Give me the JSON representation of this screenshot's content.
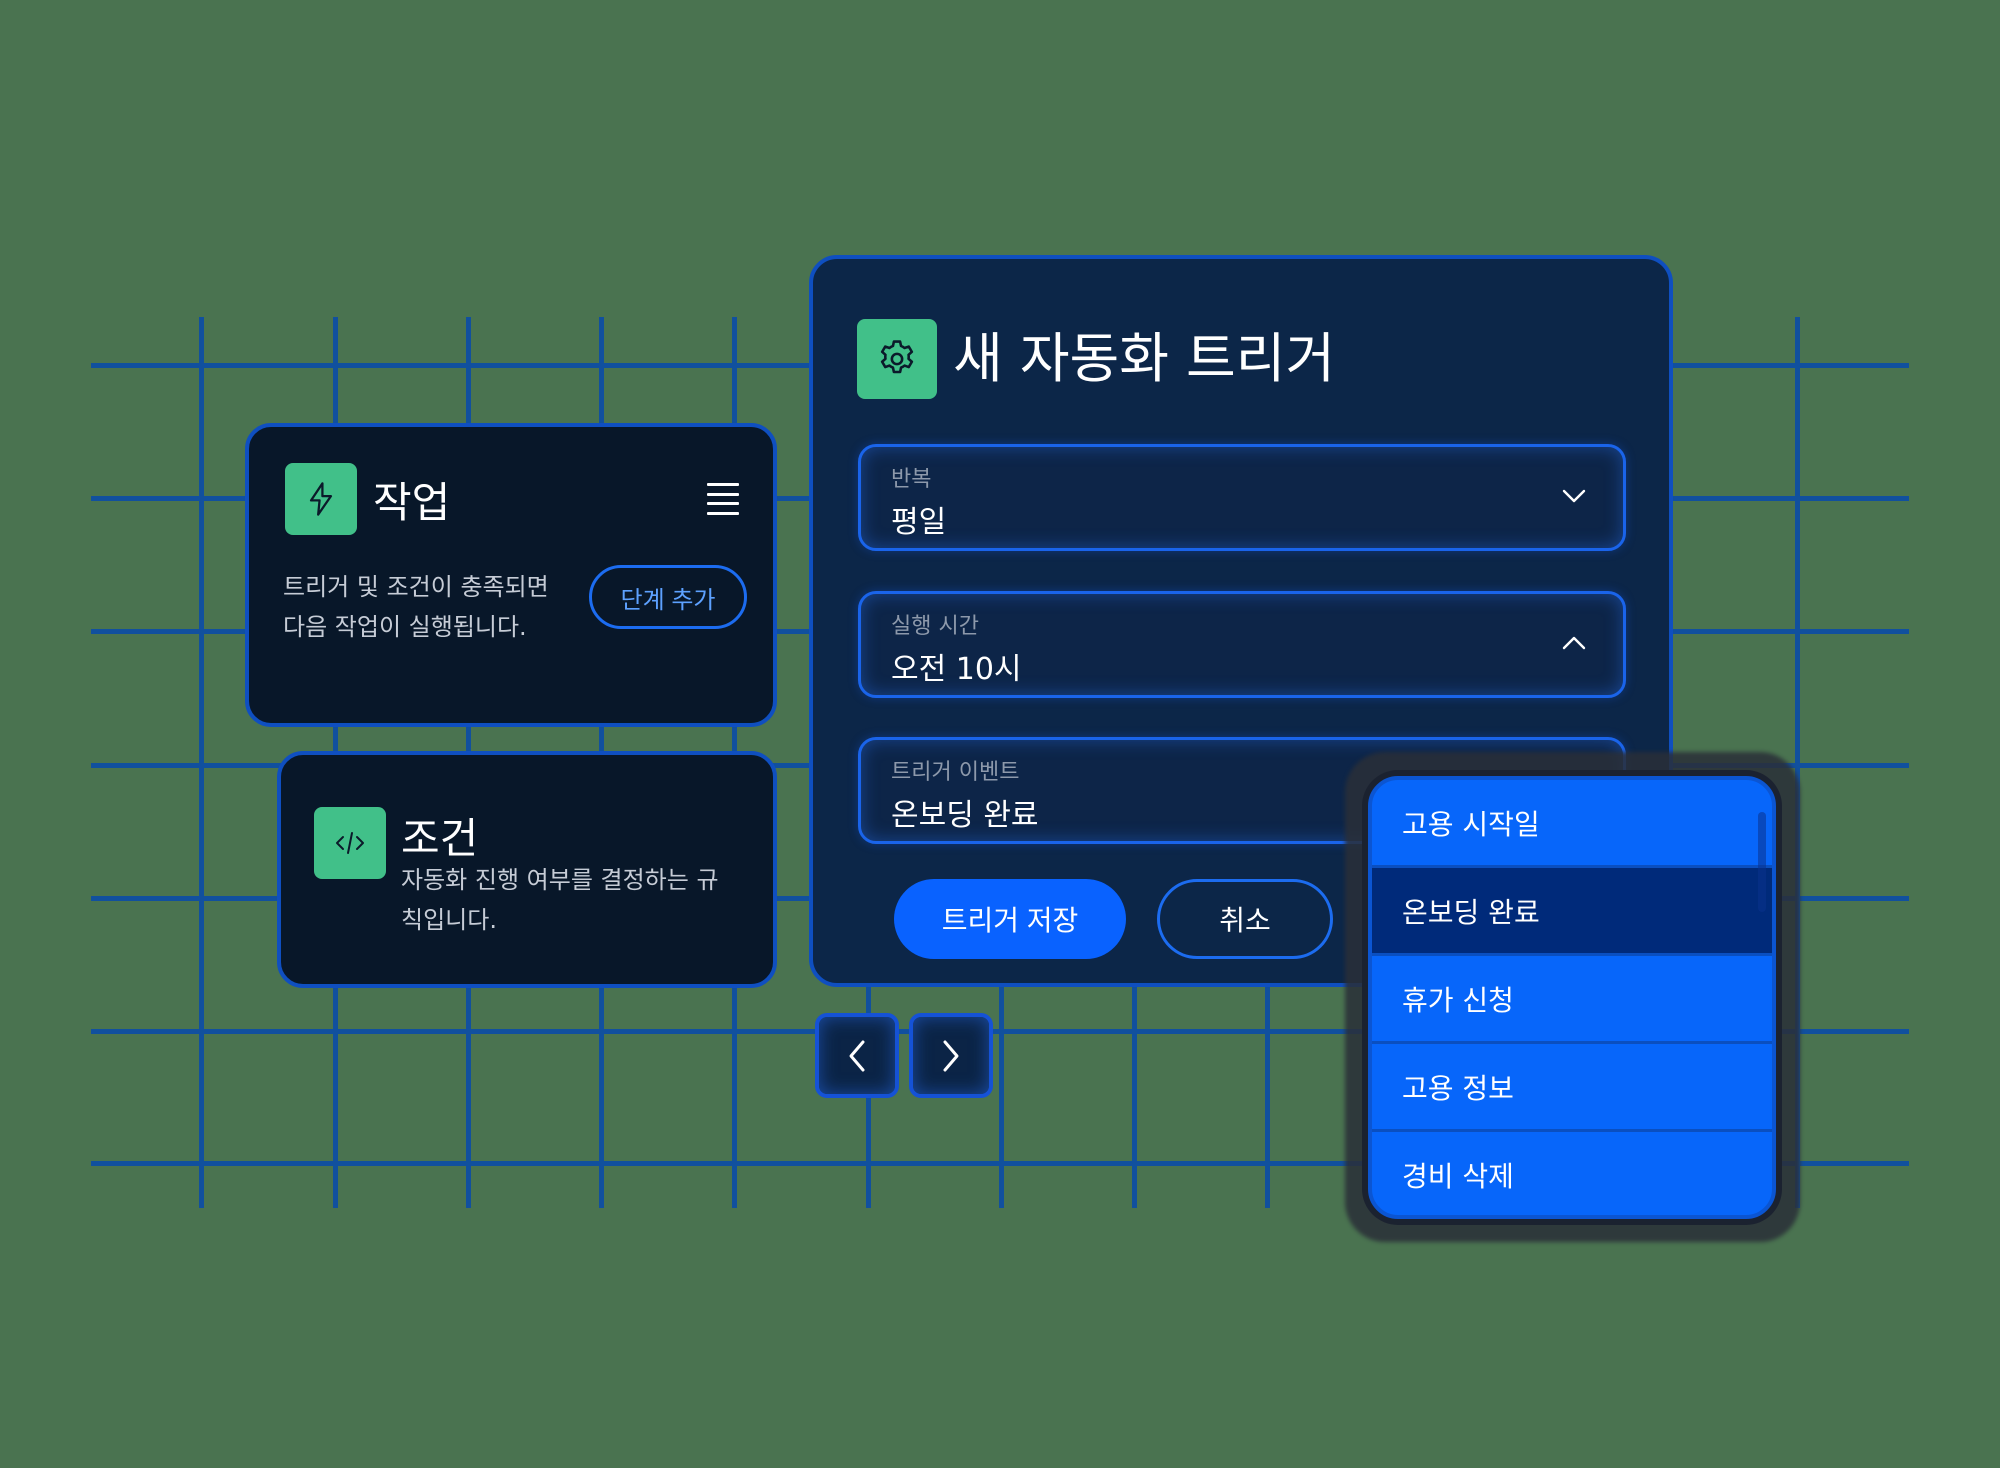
{
  "colors": {
    "background": "#4a7350",
    "grid_line": "#11509e",
    "card_bg": "#081729",
    "panel_bg": "#0c2648",
    "accent_green": "#41c089",
    "primary_blue": "#0962ff",
    "border_blue": "#0f4fc0",
    "dropdown_bg": "#0766fa",
    "dropdown_selected": "#002a7a"
  },
  "task_card": {
    "icon": "lightning-icon",
    "title": "작업",
    "menu_icon": "hamburger-menu-icon",
    "description": "트리거 및 조건이 충족되면 다음 작업이 실행됩니다.",
    "add_step_label": "단계 추가"
  },
  "condition_card": {
    "icon": "code-icon",
    "title": "조건",
    "description": "자동화 진행 여부를 결정하는 규칙입니다."
  },
  "trigger_panel": {
    "icon": "gear-icon",
    "title": "새 자동화 트리거",
    "fields": [
      {
        "label": "반복",
        "value": "평일",
        "chevron": "chevron-down-icon"
      },
      {
        "label": "실행 시간",
        "value": "오전 10시",
        "chevron": "chevron-up-icon"
      },
      {
        "label": "트리거 이벤트",
        "value": "온보딩 완료",
        "chevron": "chevron-down-icon"
      }
    ],
    "save_label": "트리거 저장",
    "cancel_label": "취소"
  },
  "pagination": {
    "prev_icon": "chevron-left-icon",
    "next_icon": "chevron-right-icon"
  },
  "event_dropdown": {
    "items": [
      {
        "label": "고용 시작일",
        "selected": false
      },
      {
        "label": "온보딩 완료",
        "selected": true
      },
      {
        "label": "휴가 신청",
        "selected": false
      },
      {
        "label": "고용 정보",
        "selected": false
      },
      {
        "label": "경비 삭제",
        "selected": false
      }
    ]
  }
}
